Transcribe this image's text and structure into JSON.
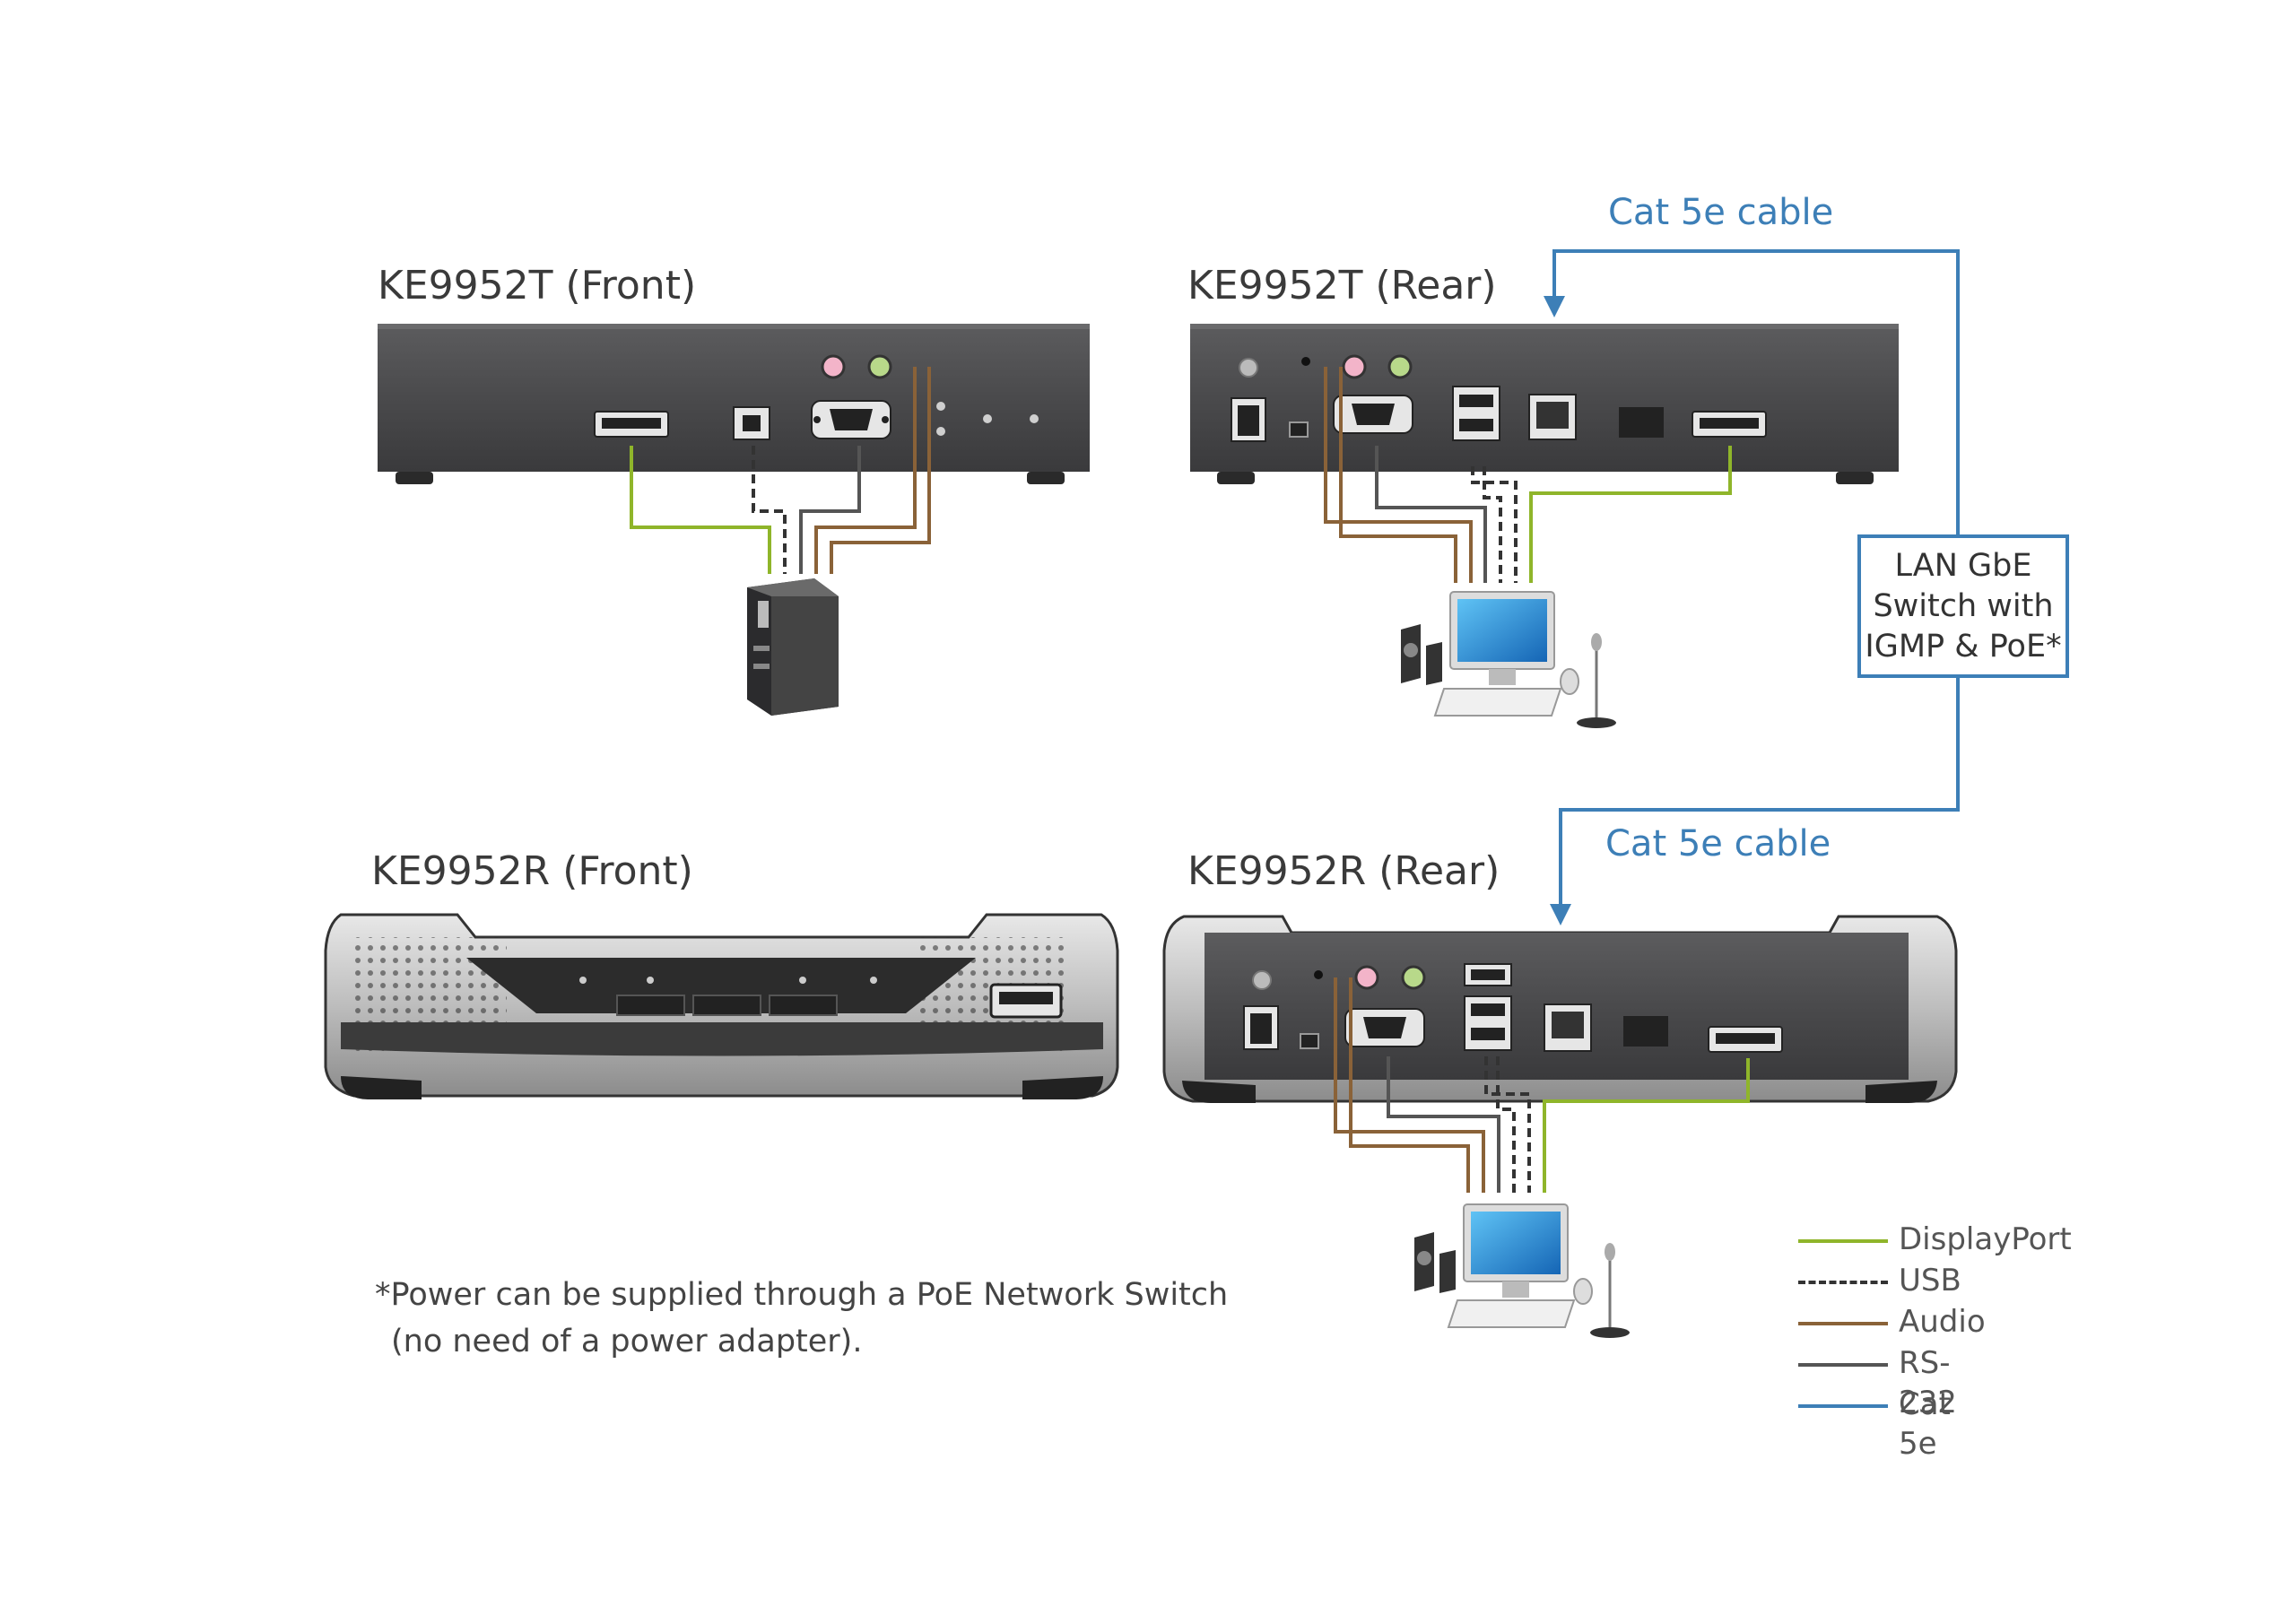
{
  "titles": {
    "tx_front": "KE9952T (Front)",
    "tx_rear": "KE9952T (Rear)",
    "rx_front": "KE9952R (Front)",
    "rx_rear": "KE9952R (Rear)"
  },
  "cables": {
    "cat5e_top": "Cat 5e cable",
    "cat5e_bottom": "Cat 5e cable"
  },
  "switch": {
    "line1": "LAN GbE",
    "line2": "Switch with",
    "line3": "IGMP & PoE*"
  },
  "legend": [
    {
      "label": "DisplayPort",
      "color": "#8fb52a",
      "style": "solid"
    },
    {
      "label": "USB",
      "color": "#333333",
      "style": "dashed"
    },
    {
      "label": "Audio",
      "color": "#8a6238",
      "style": "solid"
    },
    {
      "label": "RS-232",
      "color": "#555555",
      "style": "solid"
    },
    {
      "label": "Cat 5e",
      "color": "#3d7fb7",
      "style": "solid"
    }
  ],
  "note": {
    "line1": "*Power can be supplied through a PoE Network Switch",
    "line2": "(no need of a power adapter)."
  },
  "colors": {
    "displayport": "#8fb52a",
    "usb": "#333333",
    "audio": "#8a6238",
    "rs232": "#555555",
    "cat5e": "#3d7fb7",
    "device_body": "#4d4d4f"
  }
}
